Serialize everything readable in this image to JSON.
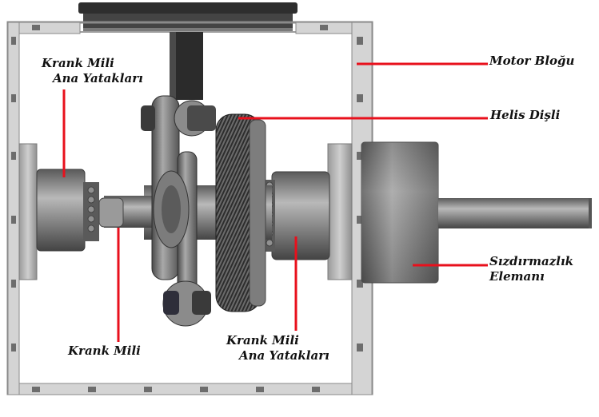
{
  "labels": {
    "crank_main_bearings_left": {
      "line1": "Krank Mili",
      "line2": "Ana Yatakları"
    },
    "motor_block": "Motor Bloğu",
    "helical_gear": "Helis Dişli",
    "seal_element": {
      "line1": "Sızdırmazlık",
      "line2": "Elemanı"
    },
    "crankshaft": "Krank Mili",
    "crank_main_bearings_right": {
      "line1": "Krank Mili",
      "line2": "Ana Yatakları"
    }
  },
  "colors": {
    "leader_line": "#e8101c",
    "frame": "#8a8a8a",
    "metal_dark": "#3f3f3f",
    "metal_mid": "#6e6e6e",
    "metal_light": "#a8a8a8",
    "background": "#ffffff"
  }
}
